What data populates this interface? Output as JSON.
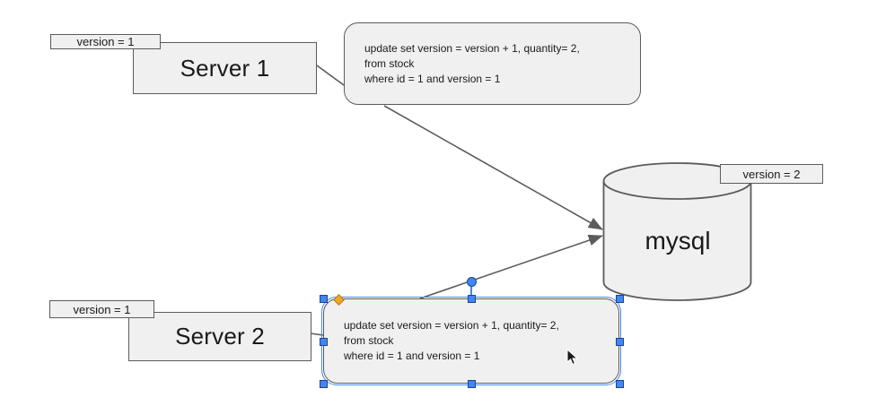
{
  "app": {
    "type": "diagram-editor-canvas",
    "background": "#ffffff"
  },
  "colors": {
    "shape_fill": "#f0f0f0",
    "shape_border": "#5b5b5b",
    "connector": "#5b5b5b",
    "selection_blue": "#4285f4",
    "adjust_handle_orange": "#f1a825",
    "text": "#1a1a1a"
  },
  "nodes": {
    "server1": {
      "label": "Server 1"
    },
    "server2": {
      "label": "Server 2"
    },
    "database": {
      "label": "mysql"
    },
    "query1": {
      "text": "update set version = version + 1, quantity= 2,\nfrom stock\nwhere id = 1 and version = 1"
    },
    "query2": {
      "text": "update set version = version + 1, quantity= 2,\nfrom stock\nwhere id = 1 and version = 1"
    }
  },
  "labels": {
    "server1_version": "version = 1",
    "server2_version": "version = 1",
    "database_version": "version = 2"
  },
  "selection": {
    "selected_node": "query2",
    "handle_count": 8,
    "has_adjust_handle": true
  }
}
